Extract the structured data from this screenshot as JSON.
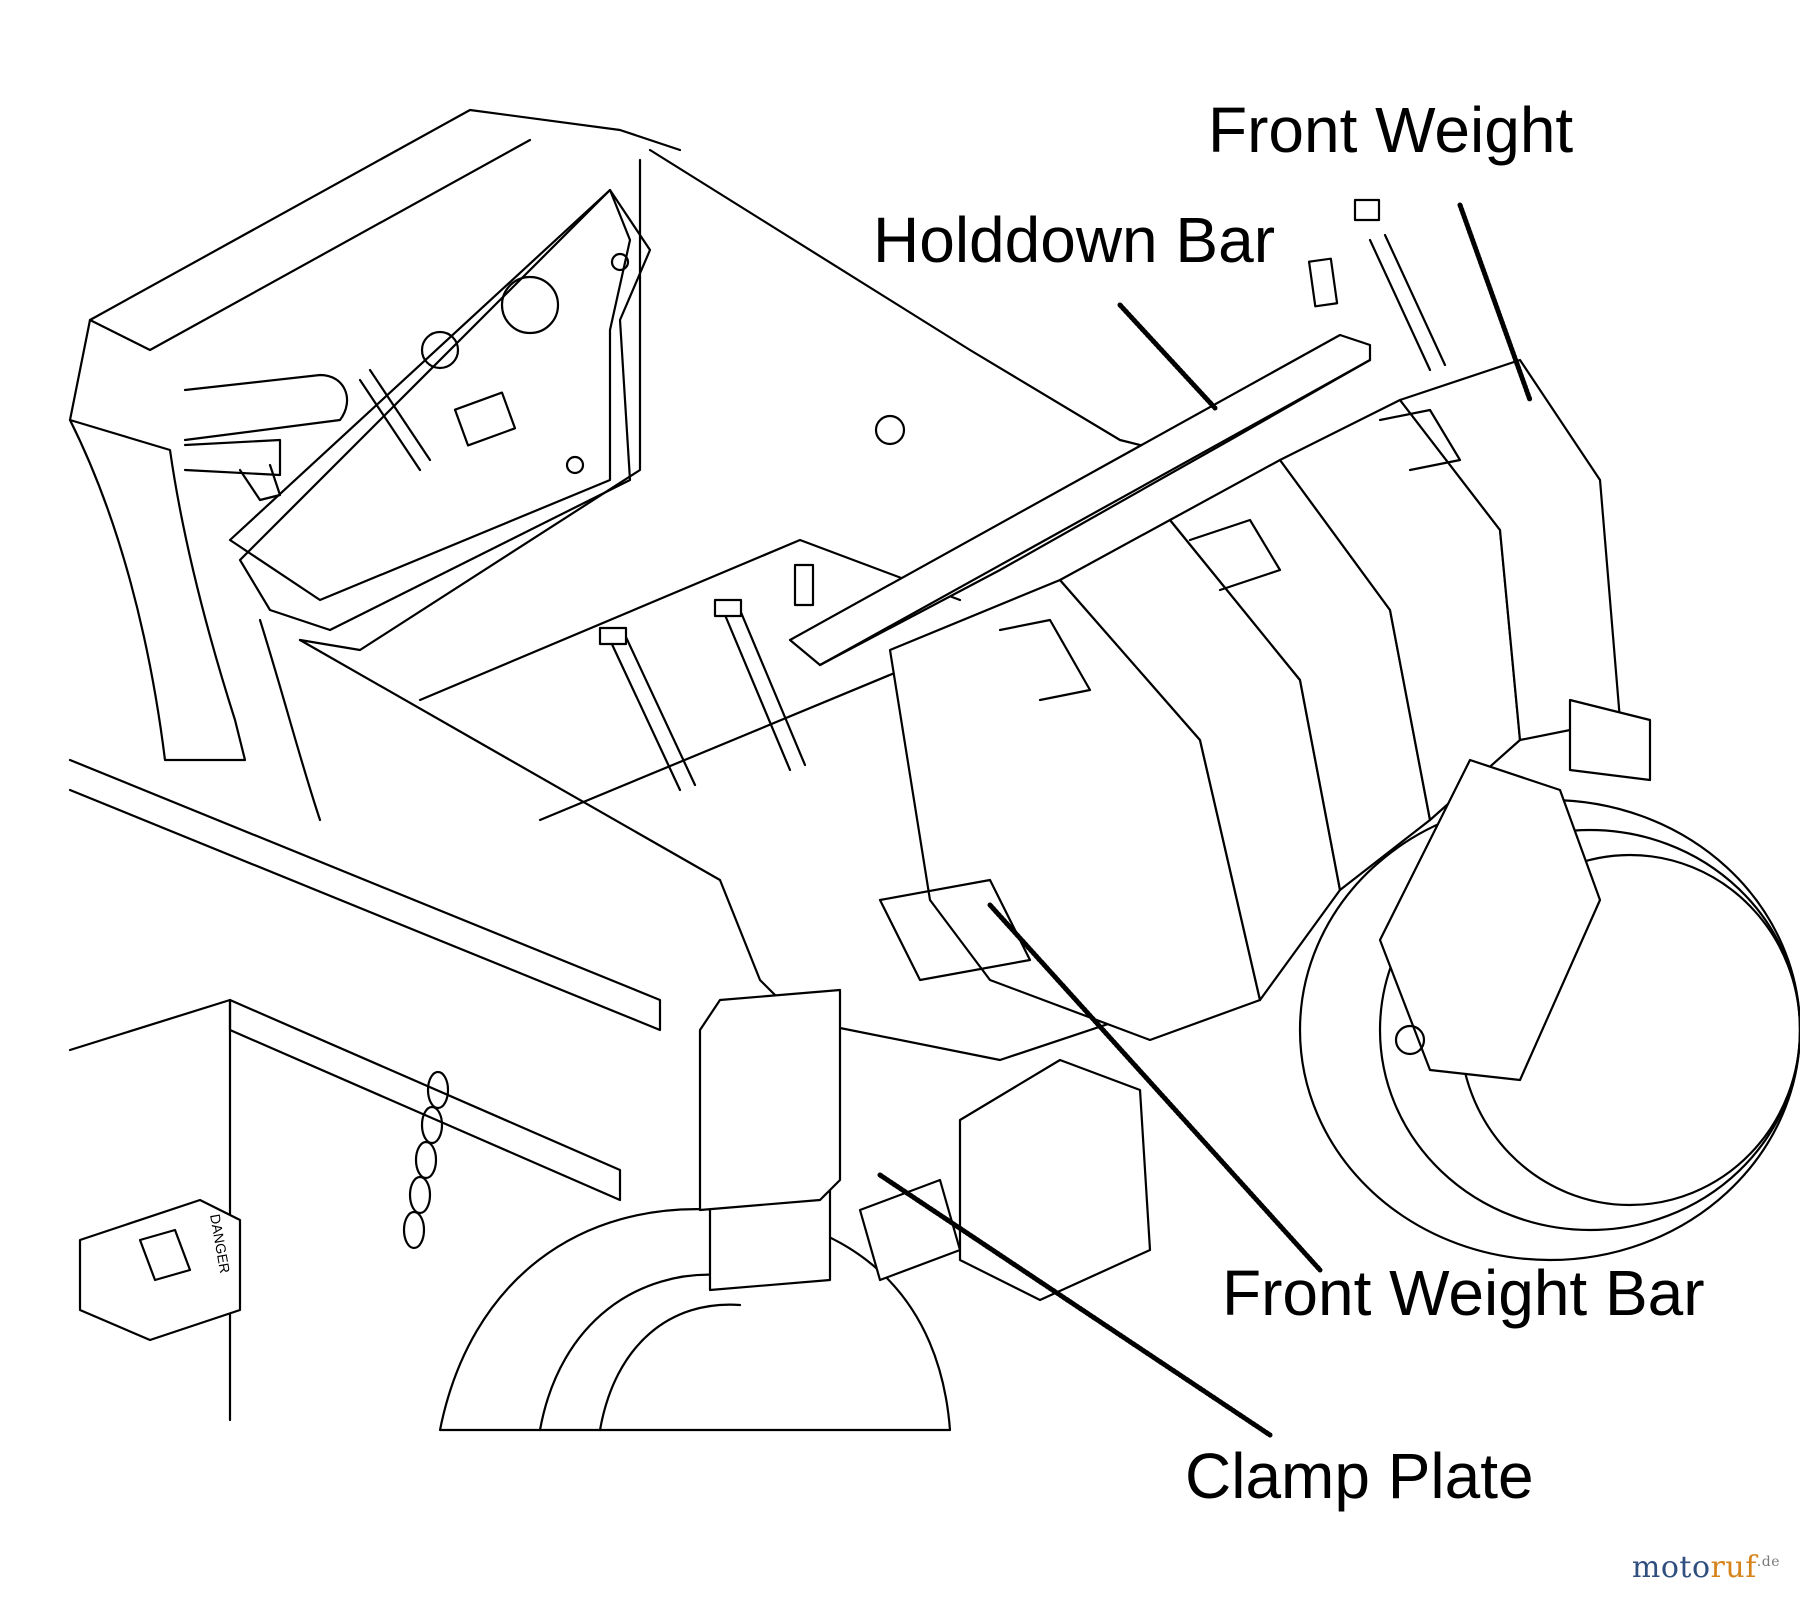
{
  "labels": {
    "front_weight": "Front Weight",
    "holddown_bar": "Holddown Bar",
    "front_weight_bar": "Front Weight Bar",
    "clamp_plate": "Clamp Plate"
  },
  "watermark": {
    "part1": "moto",
    "part2": "ruf",
    "part3": ".de"
  },
  "decal": {
    "danger_text": "DANGER"
  },
  "colors": {
    "line": "#000000",
    "background": "#ffffff",
    "watermark_blue": "#2f4f7f",
    "watermark_orange": "#d7831b"
  }
}
